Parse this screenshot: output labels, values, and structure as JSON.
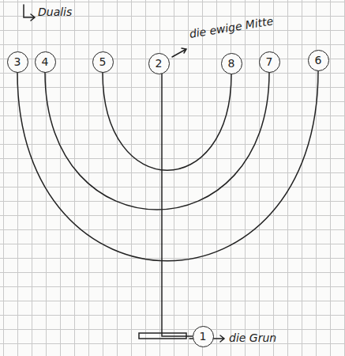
{
  "diagram": {
    "nodes": [
      {
        "text": [
          "3"
        ]
      },
      {
        "text": [
          "4"
        ]
      },
      {
        "text": [
          "5"
        ]
      },
      {
        "text": [
          "2"
        ]
      },
      {
        "text": [
          "8"
        ]
      },
      {
        "text": [
          "7"
        ]
      },
      {
        "text": [
          "6"
        ]
      },
      {
        "text": [
          "1"
        ]
      }
    ],
    "edges": [
      {
        "from": 0,
        "to": 6,
        "arrow": "none"
      },
      {
        "from": 1,
        "to": 5,
        "arrow": "none"
      },
      {
        "from": 2,
        "to": 4,
        "arrow": "none"
      },
      {
        "from": 3,
        "to": 7,
        "arrow": "none"
      }
    ],
    "labels": [
      "Dualis",
      "die ewige Mitte",
      "die Grun"
    ]
  }
}
